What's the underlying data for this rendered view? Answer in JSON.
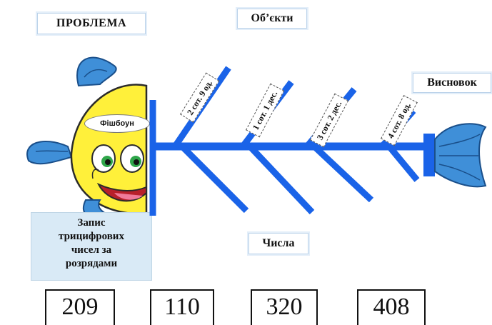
{
  "labels": {
    "problem": "ПРОБЛЕМА",
    "objects": "Об’єкти",
    "conclusion": "Висновок",
    "numbers": "Числа"
  },
  "fish_name": "Фішбоун",
  "topic": "Запис\nтрицифрових\nчисел за\nрозрядами",
  "bones": [
    {
      "label": "2 сот. 9 од."
    },
    {
      "label": "1 сот. 1 дес."
    },
    {
      "label": "3 сот. 2 дес."
    },
    {
      "label": "4 сот. 8 од."
    }
  ],
  "numbers": [
    "209",
    "110",
    "320",
    "408"
  ],
  "colors": {
    "bone": "#1a63e8",
    "fish_body": "#fff03a",
    "fin": "#3f8fd8",
    "topic_bg": "#d9eaf6"
  }
}
